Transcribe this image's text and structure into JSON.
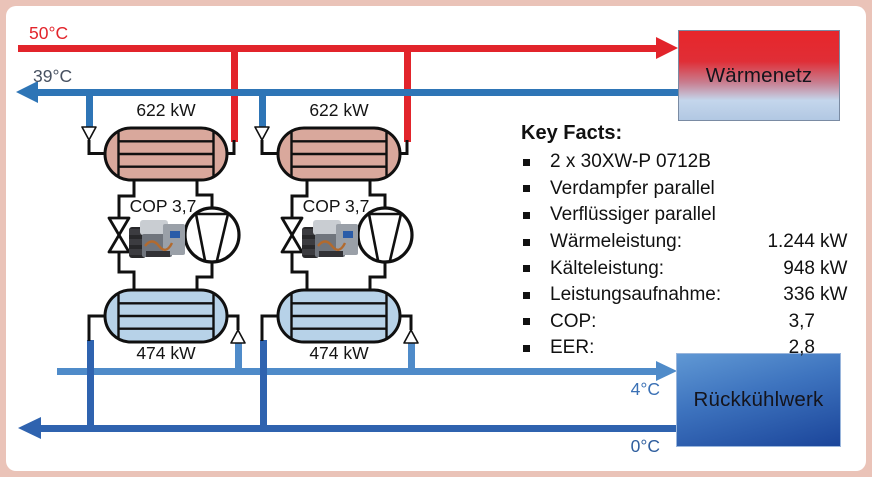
{
  "pipes": {
    "hot_supply": {
      "label": "50°C"
    },
    "hot_return": {
      "label": "39°C"
    },
    "cold_supply": {
      "label": "4°C"
    },
    "cold_return": {
      "label": "0°C"
    }
  },
  "units": [
    {
      "condenser_capacity": "622 kW",
      "cop": "COP 3,7",
      "evaporator_capacity": "474 kW"
    },
    {
      "condenser_capacity": "622 kW",
      "cop": "COP 3,7",
      "evaporator_capacity": "474 kW"
    }
  ],
  "boxes": {
    "heat_network": {
      "label": "Wärmenetz"
    },
    "recooling_plant": {
      "label": "Rückkühlwerk"
    }
  },
  "key_facts": {
    "title": "Key Facts:",
    "items": [
      {
        "label": "2 x 30XW-P 0712B",
        "value": "",
        "unit": ""
      },
      {
        "label": "Verdampfer parallel",
        "value": "",
        "unit": ""
      },
      {
        "label": "Verflüssiger parallel",
        "value": "",
        "unit": ""
      },
      {
        "label": "Wärmeleistung:",
        "value": "1.244",
        "unit": "kW"
      },
      {
        "label": "Kälteleistung:",
        "value": "948",
        "unit": "kW"
      },
      {
        "label": "Leistungsaufnahme:",
        "value": "336",
        "unit": "kW"
      },
      {
        "label": "COP:",
        "value": "3,7",
        "unit": ""
      },
      {
        "label": "EER:",
        "value": "2,8",
        "unit": ""
      }
    ]
  },
  "colors": {
    "hot": "#e2242b",
    "warm_return": "#2e75b6",
    "cold_supply": "#4f8bc9",
    "cold_return": "#2f63af",
    "condenser_fill": "#d9a89c",
    "evaporator_fill": "#b7d2e8",
    "frame": "#eac3b8"
  }
}
